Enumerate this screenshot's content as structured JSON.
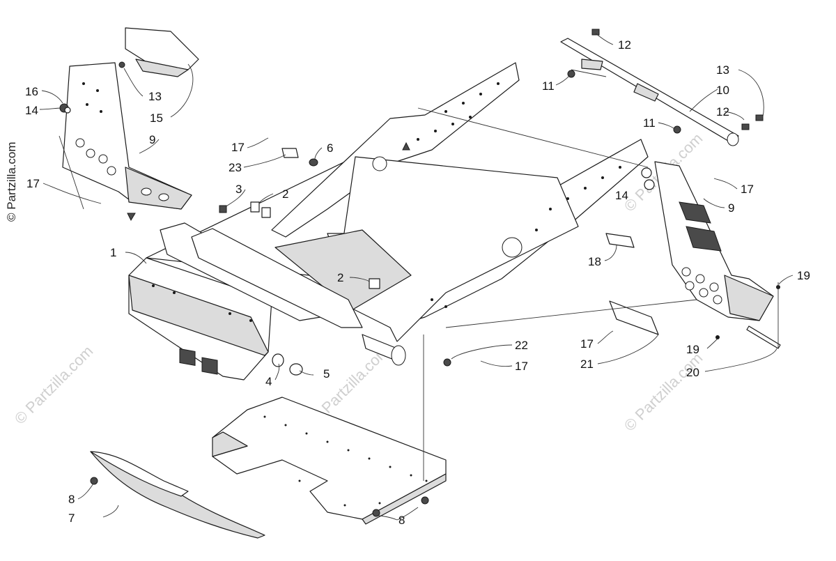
{
  "watermark": {
    "text": "© Partzilla.com",
    "side_text": "© Partzilla.com"
  },
  "callouts": [
    {
      "id": "c1",
      "label": "1"
    },
    {
      "id": "c2a",
      "label": "2"
    },
    {
      "id": "c2b",
      "label": "2"
    },
    {
      "id": "c3",
      "label": "3"
    },
    {
      "id": "c4",
      "label": "4"
    },
    {
      "id": "c5",
      "label": "5"
    },
    {
      "id": "c6",
      "label": "6"
    },
    {
      "id": "c7",
      "label": "7"
    },
    {
      "id": "c8a",
      "label": "8"
    },
    {
      "id": "c8b",
      "label": "8"
    },
    {
      "id": "c9a",
      "label": "9"
    },
    {
      "id": "c9b",
      "label": "9"
    },
    {
      "id": "c10",
      "label": "10"
    },
    {
      "id": "c11a",
      "label": "11"
    },
    {
      "id": "c11b",
      "label": "11"
    },
    {
      "id": "c12a",
      "label": "12"
    },
    {
      "id": "c12b",
      "label": "12"
    },
    {
      "id": "c13a",
      "label": "13"
    },
    {
      "id": "c13b",
      "label": "13"
    },
    {
      "id": "c14a",
      "label": "14"
    },
    {
      "id": "c14b",
      "label": "14"
    },
    {
      "id": "c15",
      "label": "15"
    },
    {
      "id": "c16",
      "label": "16"
    },
    {
      "id": "c17a",
      "label": "17"
    },
    {
      "id": "c17b",
      "label": "17"
    },
    {
      "id": "c17c",
      "label": "17"
    },
    {
      "id": "c17d",
      "label": "17"
    },
    {
      "id": "c17e",
      "label": "17"
    },
    {
      "id": "c18",
      "label": "18"
    },
    {
      "id": "c19a",
      "label": "19"
    },
    {
      "id": "c19b",
      "label": "19"
    },
    {
      "id": "c20",
      "label": "20"
    },
    {
      "id": "c21",
      "label": "21"
    },
    {
      "id": "c22",
      "label": "22"
    },
    {
      "id": "c23",
      "label": "23"
    }
  ]
}
